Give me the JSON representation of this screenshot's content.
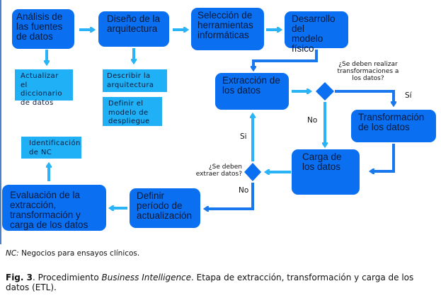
{
  "diagram": {
    "process_boxes": {
      "analisis": "Análisis de las fuentes de datos",
      "diseno": "Diseño de la arquitectura",
      "seleccion": "Selección de herramientas informáticas",
      "desarrollo": "Desarrollo del modelo físico",
      "extraccion": "Extracción de los datos",
      "transformacion": "Transformación de los datos",
      "carga": "Carga de los datos",
      "definir_periodo": "Definir período de actualización",
      "evaluacion": "Evaluación de la extracción, transformación y carga de los datos"
    },
    "notes": {
      "actualizar": "Actualizar el diccionario de datos",
      "describir": "Describir la arquitectura",
      "definir_modelo": "Definir el modelo de despliegue",
      "identificacion": "Identificación de NC"
    },
    "decisions": {
      "transformar": "¿Se deben realizar transformaciones a los datos?",
      "extraer": "¿Se deben extraer datos?"
    },
    "branch_labels": {
      "transformar_yes": "Sí",
      "transformar_no": "No",
      "extraer_yes": "Si",
      "extraer_no": "No"
    },
    "colors": {
      "process": "#0a6ff0",
      "note": "#1fb0f5",
      "arrow_light": "#2ab4f7",
      "arrow_dark": "#1a78ee"
    }
  },
  "footnote": {
    "abbr": "NC:",
    "text": "Negocios para ensayos clínicos."
  },
  "caption": {
    "label": "Fig. 3",
    "sep": ". Procedimiento ",
    "italic": "Business Intelligence",
    "rest": ". Etapa de extracción, transformación y carga de los datos (ETL)."
  }
}
